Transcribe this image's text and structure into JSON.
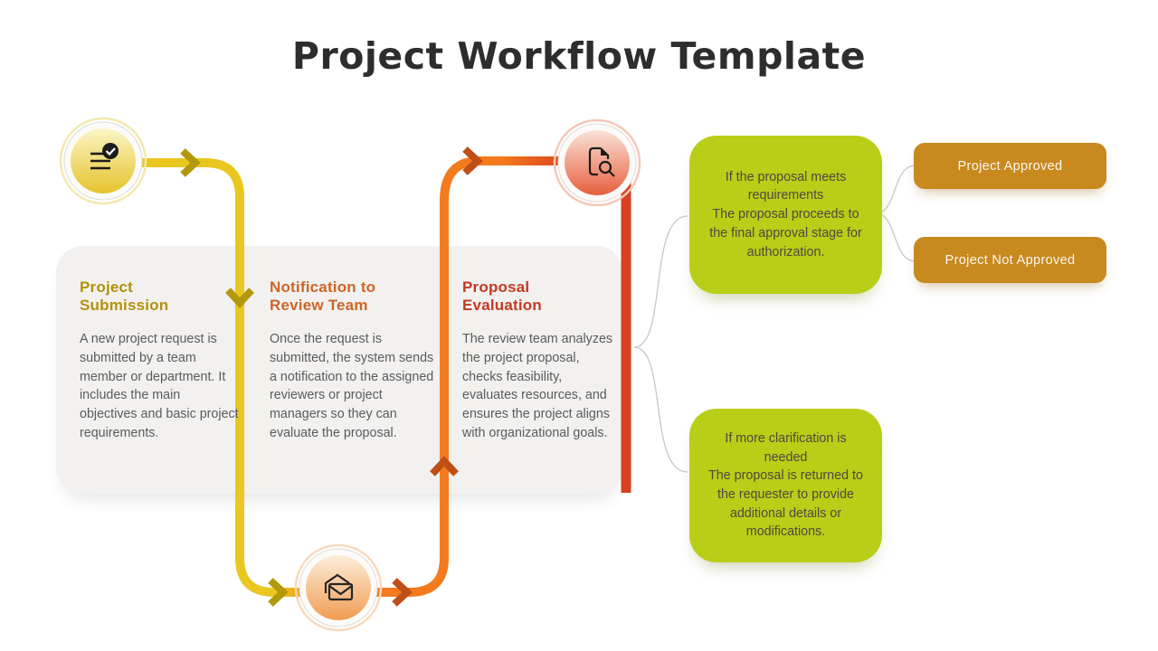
{
  "title": "Project Workflow Template",
  "steps": [
    {
      "title": "Project Submission",
      "description": "A new project request is submitted by a team member or department. It includes the main objectives and basic project requirements.",
      "accent_color": "#b3910c",
      "icon": "checklist-icon"
    },
    {
      "title": "Notification to Review Team",
      "description": "Once the request is submitted, the system sends a notification to the assigned reviewers or project managers so they can evaluate the proposal.",
      "accent_color": "#cd6528",
      "icon": "mail-icon"
    },
    {
      "title": "Proposal Evaluation",
      "description": "The review team analyzes the project proposal, checks feasibility, evaluates resources, and ensures the project aligns with organizational goals.",
      "accent_color": "#c23a24",
      "icon": "document-search-icon"
    }
  ],
  "outcomes": [
    {
      "condition": "If the proposal meets requirements",
      "result": "The proposal proceeds to the final approval stage for authorization."
    },
    {
      "condition": "If more clarification is needed",
      "result": "The proposal is returned to the requester to provide additional details or modifications."
    }
  ],
  "decisions": [
    {
      "label": "Project Approved"
    },
    {
      "label": "Project Not Approved"
    }
  ],
  "colors": {
    "flow_yellow": "#e9c71f",
    "flow_yellow_arrow": "#b2980a",
    "flow_orange": "#f47a1e",
    "flow_orange_arrow": "#bf4f16",
    "flow_red": "#d8401f",
    "outcome_green": "#b9ce17",
    "decision_gold": "#c8891e",
    "panel_gray": "#f2f1ef"
  }
}
